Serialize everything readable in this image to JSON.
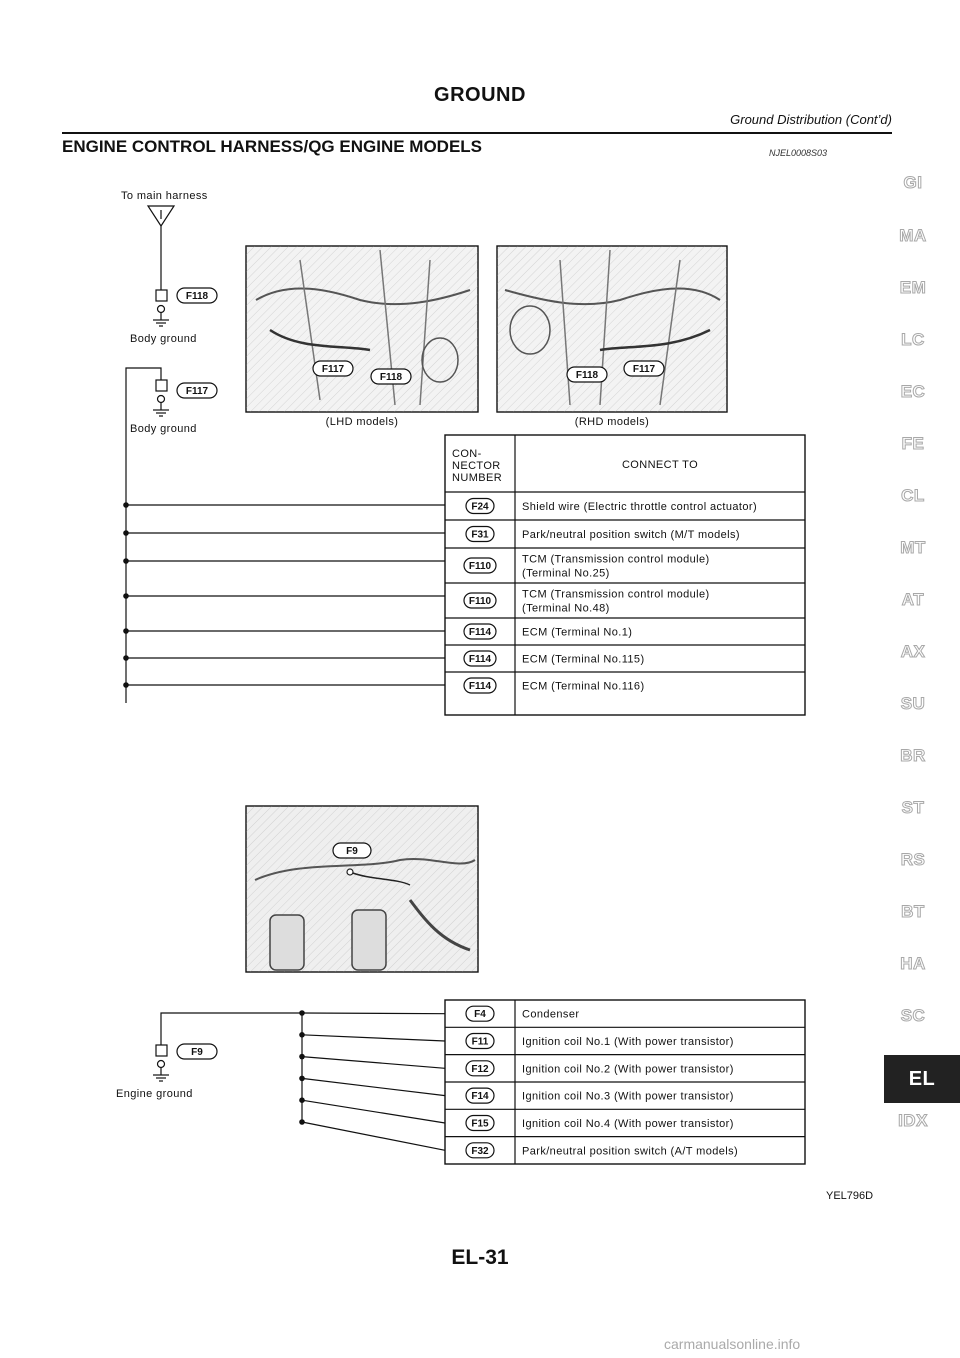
{
  "header": {
    "title": "GROUND",
    "subtitle": "Ground Distribution (Cont’d)"
  },
  "section": {
    "title": "ENGINE CONTROL HARNESS/QG ENGINE MODELS",
    "code": "NJEL0008S03"
  },
  "side_tabs": [
    "GI",
    "MA",
    "EM",
    "LC",
    "EC",
    "FE",
    "CL",
    "MT",
    "AT",
    "AX",
    "SU",
    "BR",
    "ST",
    "RS",
    "BT",
    "HA",
    "SC",
    "EL",
    "IDX"
  ],
  "active_tab": "EL",
  "top_diagram": {
    "to_main_harness": "To main harness",
    "ground_f118": {
      "connector": "F118",
      "label": "Body ground"
    },
    "ground_f117": {
      "connector": "F117",
      "label": "Body ground"
    },
    "photo_lhd": {
      "caption": "(LHD models)",
      "tags": [
        "F117",
        "F118"
      ]
    },
    "photo_rhd": {
      "caption": "(RHD models)",
      "tags": [
        "F118",
        "F117"
      ]
    },
    "table_header": {
      "connector_col": [
        "CON-",
        "NECTOR",
        "NUMBER"
      ],
      "connect_col": "CONNECT TO"
    },
    "rows": [
      {
        "connector": "F24",
        "lines": [
          "Shield wire (Electric throttle control actuator)"
        ]
      },
      {
        "connector": "F31",
        "lines": [
          "Park/neutral position switch (M/T models)"
        ]
      },
      {
        "connector": "F110",
        "lines": [
          "TCM (Transmission control module)",
          "(Terminal No.25)"
        ]
      },
      {
        "connector": "F110",
        "lines": [
          "TCM (Transmission control module)",
          "(Terminal No.48)"
        ]
      },
      {
        "connector": "F114",
        "lines": [
          "ECM (Terminal No.1)"
        ]
      },
      {
        "connector": "F114",
        "lines": [
          "ECM (Terminal No.115)"
        ]
      },
      {
        "connector": "F114",
        "lines": [
          "ECM (Terminal No.116)"
        ]
      }
    ]
  },
  "bottom_diagram": {
    "photo_tag": "F9",
    "ground_f9": {
      "connector": "F9",
      "label": "Engine ground"
    },
    "rows": [
      {
        "connector": "F4",
        "text": "Condenser"
      },
      {
        "connector": "F11",
        "text": "Ignition coil No.1 (With power transistor)"
      },
      {
        "connector": "F12",
        "text": "Ignition coil No.2 (With power transistor)"
      },
      {
        "connector": "F14",
        "text": "Ignition coil No.3 (With power transistor)"
      },
      {
        "connector": "F15",
        "text": "Ignition coil No.4 (With power transistor)"
      },
      {
        "connector": "F32",
        "text": "Park/neutral position switch (A/T models)"
      }
    ]
  },
  "figure_code": "YEL796D",
  "page_number": "EL-31",
  "watermark": "carmanualsonline.info"
}
